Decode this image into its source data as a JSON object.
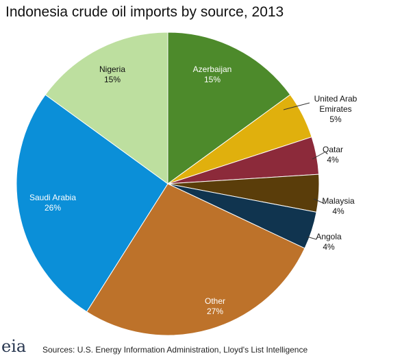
{
  "title": "Indonesia crude oil imports by source, 2013",
  "source_text": "Sources: U.S. Energy Information Administration, Lloyd's List Intelligence",
  "logo_text": "eia",
  "chart_data": {
    "type": "pie",
    "title": "Indonesia crude oil imports by source, 2013",
    "slices": [
      {
        "label": [
          "Azerbaijan"
        ],
        "pct_label": "15%",
        "value": 15,
        "color": "#4d8a2b"
      },
      {
        "label": [
          "United Arab",
          "Emirates"
        ],
        "pct_label": "5%",
        "value": 5,
        "color": "#e0b00d"
      },
      {
        "label": [
          "Qatar"
        ],
        "pct_label": "4%",
        "value": 4,
        "color": "#8c2a3a"
      },
      {
        "label": [
          "Malaysia"
        ],
        "pct_label": "4%",
        "value": 4,
        "color": "#5a3d0a"
      },
      {
        "label": [
          "Angola"
        ],
        "pct_label": "4%",
        "value": 4,
        "color": "#10344f"
      },
      {
        "label": [
          "Other"
        ],
        "pct_label": "27%",
        "value": 27,
        "color": "#bd722a"
      },
      {
        "label": [
          "Saudi Arabia"
        ],
        "pct_label": "26%",
        "value": 26,
        "color": "#0b8fd8"
      },
      {
        "label": [
          "Nigeria"
        ],
        "pct_label": "15%",
        "value": 15,
        "color": "#bddf9f"
      }
    ],
    "legend": "none (labels on and beside slices)"
  }
}
